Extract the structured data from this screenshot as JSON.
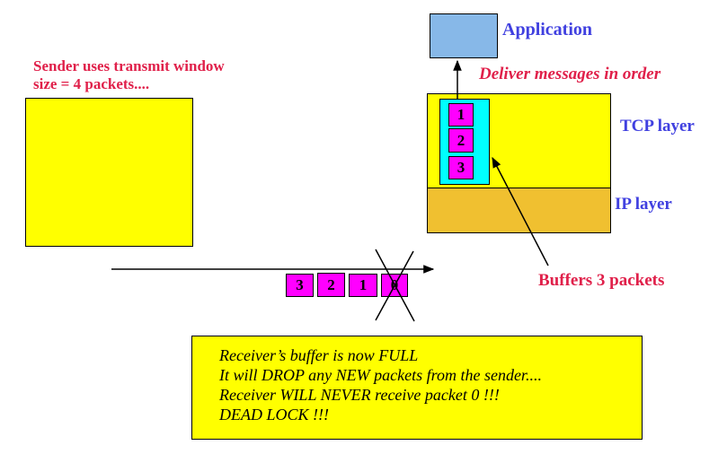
{
  "colors": {
    "yellow": "#ffff00",
    "ip_layer": "#f0c030",
    "application": "#87b8e8",
    "buffer": "#00ffff",
    "packet": "#ff00ff",
    "red_text": "#e0204a",
    "blue_text": "#4040e0"
  },
  "sender": {
    "caption_line1": "Sender uses transmit window",
    "caption_line2": "size = 4 packets...."
  },
  "receiver": {
    "application_label": "Application",
    "deliver_label": "Deliver messages in order",
    "tcp_label": "TCP layer",
    "ip_label": "IP layer",
    "buffer_packets": [
      "1",
      "2",
      "3"
    ],
    "buffers_label": "Buffers 3 packets"
  },
  "transit_packets": [
    "3",
    "2",
    "1",
    "0"
  ],
  "note": {
    "line1": "Receiver’s buffer is now FULL",
    "line2": "It will DROP any NEW packets from the sender....",
    "line3": "Receiver WILL NEVER receive packet 0 !!!",
    "line4": "DEAD LOCK !!!"
  }
}
